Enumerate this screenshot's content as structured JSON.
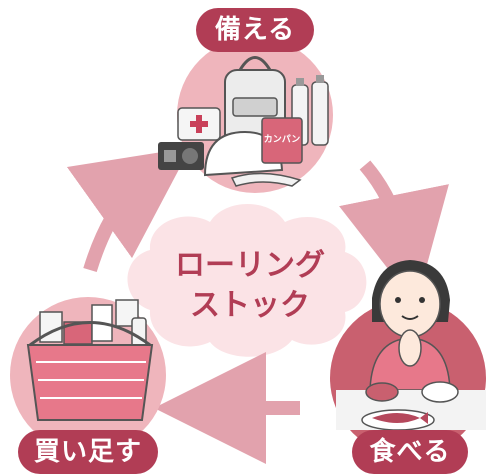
{
  "steps": {
    "prepare": "備える",
    "eat": "食べる",
    "restock": "買い足す"
  },
  "center": {
    "line1": "ローリング",
    "line2": "ストック"
  },
  "product_labels": {
    "retort_pack": "カンパン"
  },
  "colors": {
    "accent": "#b13d55",
    "pink_circle": "#efb5bc",
    "deep_circle": "#c9606f",
    "cloud": "#fbe3e6",
    "arrow": "#e2a2ad"
  }
}
